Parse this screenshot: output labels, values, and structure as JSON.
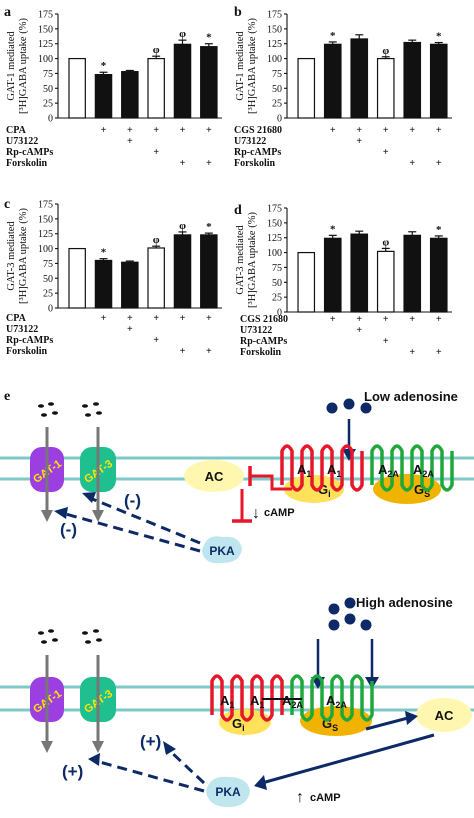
{
  "chart_data": [
    {
      "type": "bar",
      "panel": "a",
      "ylabel": [
        "GAT-1 mediated",
        "[³H]GABA uptake (%)"
      ],
      "ylim": [
        0,
        175
      ],
      "yticks": [
        "0",
        "25",
        "50",
        "75",
        "100",
        "125",
        "150",
        "175"
      ],
      "values": [
        100,
        73,
        78,
        100,
        124,
        120
      ],
      "errors": [
        0,
        4,
        2,
        4,
        7,
        5
      ],
      "fills": [
        "white",
        "black",
        "black",
        "white",
        "black",
        "black"
      ],
      "marks": [
        "",
        "*",
        "",
        "φ",
        "φ",
        "*"
      ],
      "treatments": [
        {
          "name": "CPA",
          "plus": [
            false,
            true,
            true,
            true,
            true,
            true
          ]
        },
        {
          "name": "U73122",
          "plus": [
            false,
            false,
            true,
            false,
            false,
            false
          ]
        },
        {
          "name": "Rp-cAMPs",
          "plus": [
            false,
            false,
            false,
            true,
            false,
            false
          ]
        },
        {
          "name": "Forskolin",
          "plus": [
            false,
            false,
            false,
            false,
            true,
            true
          ]
        }
      ]
    },
    {
      "type": "bar",
      "panel": "b",
      "ylabel": [
        "GAT-1 mediated",
        "[³H]GABA uptake (%)"
      ],
      "ylim": [
        0,
        175
      ],
      "yticks": [
        "0",
        "25",
        "50",
        "75",
        "100",
        "125",
        "150",
        "175"
      ],
      "values": [
        100,
        124,
        133,
        100,
        127,
        124
      ],
      "errors": [
        0,
        4,
        7,
        3,
        4,
        3
      ],
      "fills": [
        "white",
        "black",
        "black",
        "white",
        "black",
        "black"
      ],
      "marks": [
        "",
        "*",
        "",
        "φ",
        "",
        "*"
      ],
      "treatments": [
        {
          "name": "CGS 21680",
          "plus": [
            false,
            true,
            true,
            true,
            true,
            true
          ]
        },
        {
          "name": "U73122",
          "plus": [
            false,
            false,
            true,
            false,
            false,
            false
          ]
        },
        {
          "name": "Rp-cAMPs",
          "plus": [
            false,
            false,
            false,
            true,
            false,
            false
          ]
        },
        {
          "name": "Forskolin",
          "plus": [
            false,
            false,
            false,
            false,
            true,
            true
          ]
        }
      ]
    },
    {
      "type": "bar",
      "panel": "c",
      "ylabel": [
        "GAT-3 mediated",
        "[³H]GABA uptake (%)"
      ],
      "ylim": [
        0,
        175
      ],
      "yticks": [
        "0",
        "25",
        "50",
        "75",
        "100",
        "125",
        "150",
        "175"
      ],
      "values": [
        100,
        80,
        77,
        101,
        123,
        123
      ],
      "errors": [
        0,
        3,
        2,
        3,
        5,
        3
      ],
      "fills": [
        "white",
        "black",
        "black",
        "white",
        "black",
        "black"
      ],
      "marks": [
        "",
        "*",
        "",
        "φ",
        "φ",
        "*"
      ],
      "treatments": [
        {
          "name": "CPA",
          "plus": [
            false,
            true,
            true,
            true,
            true,
            true
          ]
        },
        {
          "name": "U73122",
          "plus": [
            false,
            false,
            true,
            false,
            false,
            false
          ]
        },
        {
          "name": "Rp-cAMPs",
          "plus": [
            false,
            false,
            false,
            true,
            false,
            false
          ]
        },
        {
          "name": "Forskolin",
          "plus": [
            false,
            false,
            false,
            false,
            true,
            true
          ]
        }
      ]
    },
    {
      "type": "bar",
      "panel": "d",
      "ylabel": [
        "GAT-3 mediated",
        "[³H]GABA uptake (%)"
      ],
      "ylim": [
        0,
        175
      ],
      "yticks": [
        "0",
        "25",
        "50",
        "75",
        "100",
        "125",
        "150",
        "175"
      ],
      "values": [
        100,
        124,
        131,
        102,
        129,
        124
      ],
      "errors": [
        0,
        5,
        5,
        5,
        6,
        4
      ],
      "fills": [
        "white",
        "black",
        "black",
        "white",
        "black",
        "black"
      ],
      "marks": [
        "",
        "*",
        "",
        "φ",
        "",
        "*"
      ],
      "treatments": [
        {
          "name": "CGS 21680",
          "plus": [
            false,
            true,
            true,
            true,
            true,
            true
          ]
        },
        {
          "name": "U73122",
          "plus": [
            false,
            false,
            true,
            false,
            false,
            false
          ]
        },
        {
          "name": "Rp-cAMPs",
          "plus": [
            false,
            false,
            false,
            true,
            false,
            false
          ]
        },
        {
          "name": "Forskolin",
          "plus": [
            false,
            false,
            false,
            false,
            true,
            true
          ]
        }
      ]
    }
  ],
  "diagram": {
    "panel_label": "e",
    "low": {
      "title": "Low adenosine",
      "gat1": "GAT-1",
      "gat3": "GAT-3",
      "ac": "AC",
      "pka": "PKA",
      "camp": "cAMP",
      "camp_arrow": "↓",
      "receptor_a1_a": "A",
      "receptor_a1_b": "A",
      "sub_1": "1",
      "receptor_a2a_a": "A",
      "receptor_a2a_b": "A",
      "sub_2a": "2A",
      "gi": "G",
      "gi_sub": "i",
      "gs": "G",
      "gs_sub": "S",
      "sign1": "(-)",
      "sign2": "(-)"
    },
    "high": {
      "title": "High adenosine",
      "gat1": "GAT-1",
      "gat3": "GAT-3",
      "ac": "AC",
      "pka": "PKA",
      "camp": "cAMP",
      "camp_arrow": "↑",
      "receptor_a1_a": "A",
      "receptor_a1_b": "A",
      "sub_1": "1",
      "receptor_a2a_a": "A",
      "receptor_a2a_b": "A",
      "sub_2a": "2A",
      "gi": "G",
      "gi_sub": "i",
      "gs": "G",
      "gs_sub": "S",
      "sign1": "(+)",
      "sign2": "(+)"
    },
    "colors": {
      "membrane": "#7ec8c8",
      "gat1": "#9b3fe0",
      "gat3": "#1fbf8f",
      "gat_label": "#ffe600",
      "a1_helix": "#e8162a",
      "a2a_helix": "#1fa83a",
      "gi": "#ffe15a",
      "gs": "#f0b400",
      "ac": "#fff7b0",
      "pka": "#bfe6ee",
      "arrow_blue": "#0d2a66",
      "inhibit_red": "#e8162a",
      "adenosine": "#0d2a66"
    }
  }
}
